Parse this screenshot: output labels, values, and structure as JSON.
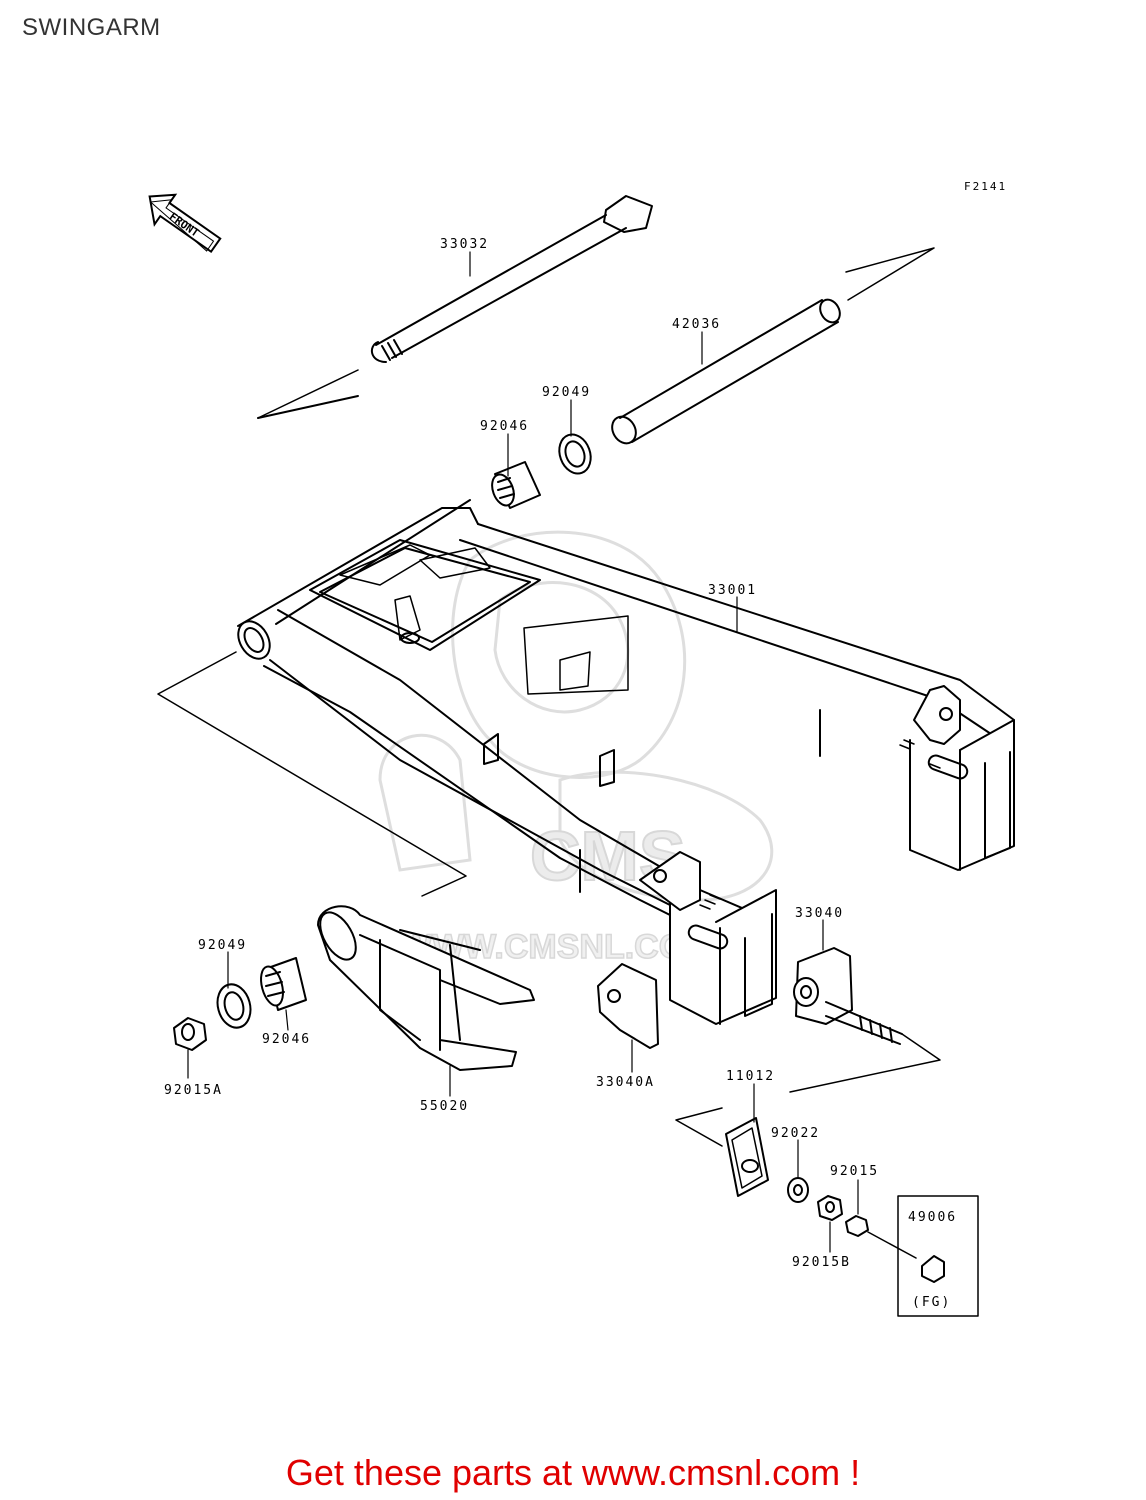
{
  "page": {
    "title": "SWINGARM"
  },
  "diagram": {
    "ref_code": "F2141",
    "front_marker": "FRONT",
    "watermark_text": "WWW.CMSNL.COM",
    "watermark_logo_text": "CMS",
    "callouts": [
      {
        "id": "33032",
        "text": "33032"
      },
      {
        "id": "42036",
        "text": "42036"
      },
      {
        "id": "92049-upper",
        "text": "92049"
      },
      {
        "id": "92046-upper",
        "text": "92046"
      },
      {
        "id": "33001",
        "text": "33001"
      },
      {
        "id": "33040",
        "text": "33040"
      },
      {
        "id": "92049-lower",
        "text": "92049"
      },
      {
        "id": "92046-lower",
        "text": "92046"
      },
      {
        "id": "92015A",
        "text": "92015A"
      },
      {
        "id": "55020",
        "text": "55020"
      },
      {
        "id": "33040A",
        "text": "33040A"
      },
      {
        "id": "11012",
        "text": "11012"
      },
      {
        "id": "92022",
        "text": "92022"
      },
      {
        "id": "92015",
        "text": "92015"
      },
      {
        "id": "92015B",
        "text": "92015B"
      },
      {
        "id": "49006",
        "text": "49006"
      }
    ],
    "option_box": {
      "qualifier": "(FG)"
    }
  },
  "footer": {
    "cta": "Get these parts at www.cmsnl.com !"
  },
  "colors": {
    "line": "#000000",
    "footer": "#e00000",
    "watermark": "#dddddd",
    "title": "#333333"
  }
}
